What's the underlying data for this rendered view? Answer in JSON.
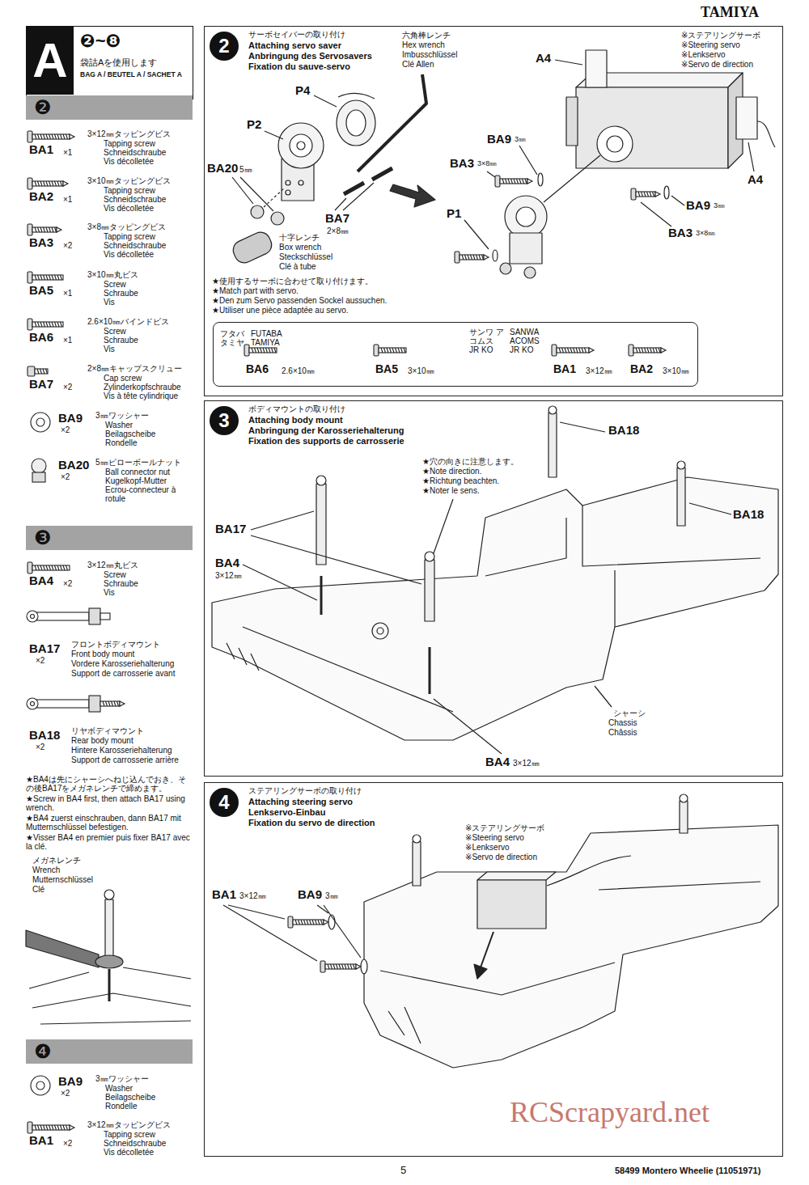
{
  "diagram": {
    "nodes": [
      {
        "text": [
          "A",
          "❷~❽",
          "袋詰Aを使用します",
          "BAG A / BEUTEL A / SACHET A"
        ]
      },
      {
        "text": [
          "❷"
        ]
      },
      {
        "text": [
          "❸"
        ]
      },
      {
        "text": [
          "❹"
        ]
      },
      {
        "text": [
          "サーボセイバーの取り付け",
          "Attaching servo saver",
          "Anbringung des Servosavers",
          "Fixation du sauve-servo"
        ]
      },
      {
        "text": [
          "2"
        ],
        "in": 4
      },
      {
        "text": [
          "フタバ タミヤ",
          "FUTABA TAMIYA",
          "BA6",
          "2.6×10㎜",
          "BA5",
          "3×10㎜",
          "サンワ アコムス JR KO",
          "SANWA ACOMS JR KO",
          "BA1",
          "3×12㎜",
          "BA2",
          "3×10㎜"
        ],
        "in": 4
      },
      {
        "text": [
          "ボディマウントの取り付け",
          "Attaching body mount",
          "Anbringung der Karosseriehalterung",
          "Fixation des supports de carrosserie"
        ]
      },
      {
        "text": [
          "3"
        ],
        "in": 7
      },
      {
        "text": [
          "ステアリングサーボの取り付け",
          "Attaching steering servo",
          "Lenkservo-Einbau",
          "Fixation du servo de direction"
        ]
      },
      {
        "text": [
          "4"
        ],
        "in": 9
      }
    ],
    "labels": [
      "TAMIYA",
      "3×12㎜タッピングビス",
      "Tapping screw",
      "Schneidschraube",
      "Vis décolletée",
      "BA1",
      "×1",
      "3×10㎜タッピングビス",
      "Tapping screw",
      "Schneidschraube",
      "Vis décolletée",
      "BA2",
      "×1",
      "3×8㎜タッピングビス",
      "Tapping screw",
      "Schneidschraube",
      "Vis décolletée",
      "BA3",
      "×2",
      "3×10㎜丸ビス",
      "Screw",
      "Schraube",
      "Vis",
      "BA5",
      "×1",
      "2.6×10㎜バインドビス",
      "Screw",
      "Schraube",
      "Vis",
      "BA6",
      "×1",
      "2×8㎜キャップスクリュー",
      "Cap screw",
      "Zylinderkopfschraube",
      "Vis à tête cylindrique",
      "BA7",
      "×2",
      "3㎜ワッシャー",
      "Washer",
      "Beilagscheibe",
      "Rondelle",
      "BA9",
      "×2",
      "5㎜ピローボールナット",
      "Ball connector nut",
      "Kugelkopf-Mutter",
      "Ecrou-connecteur à rotule",
      "BA20",
      "×2",
      "3×12㎜丸ビス",
      "Screw",
      "Schraube",
      "Vis",
      "BA4",
      "×2",
      "フロントボディマウント",
      "Front body mount",
      "Vordere Karosseriehalterung",
      "Support de carrosserie avant",
      "BA17",
      "×2",
      "リヤボディマウント",
      "Rear body mount",
      "Hintere Karosseriehalterung",
      "Support de carrosserie arrière",
      "BA18",
      "×2",
      "★BA4は先にシャーシへねじ込んでおき、その後BA17をメガネレンチで締めます。",
      "★Screw in BA4 first, then attach BA17 using wrench.",
      "★BA4 zuerst einschrauben, dann BA17 mit Mutternschlüssel befestigen.",
      "★Visser BA4 en premier puis fixer BA17 avec la clé.",
      "メガネレンチ",
      "Wrench",
      "Mutternschlüssel",
      "Clé",
      "3㎜ワッシャー",
      "Washer",
      "Beilagscheibe",
      "Rondelle",
      "BA9",
      "×2",
      "3×12㎜タッピングビス",
      "Tapping screw",
      "Schneidschraube",
      "Vis décolletée",
      "BA1",
      "×2",
      "六角棒レンチ",
      "Hex wrench",
      "Imbusschlüssel",
      "Clé Allen",
      "P4",
      "P2",
      "BA20",
      "5㎜",
      "BA7",
      "2×8㎜",
      "十字レンチ",
      "Box wrench",
      "Steckschlüssel",
      "Clé à tube",
      "★使用するサーボに合わせて取り付けます。",
      "★Match part with servo.",
      "★Den zum Servo passenden Sockel aussuchen.",
      "★Utiliser une pièce adaptée au servo.",
      "A4",
      "※ステアリングサーボ",
      "※Steering servo",
      "※Lenkservo",
      "※Servo de direction",
      "BA9",
      "3㎜",
      "BA3",
      "3×8㎜",
      "P1",
      "A4",
      "BA9",
      "3㎜",
      "BA3",
      "3×8㎜",
      "BA18",
      "★穴の向きに注意します。",
      "★Note direction.",
      "★Richtung beachten.",
      "★Noter le sens.",
      "BA18",
      "BA17",
      "BA4",
      "3×12㎜",
      "シャーシ",
      "Chassis",
      "Châssis",
      "BA4",
      "3×12㎜",
      "※ステアリングサーボ",
      "※Steering servo",
      "※Lenkservo",
      "※Servo de direction",
      "BA1",
      "3×12㎜",
      "BA9",
      "3㎜",
      "5",
      "58499 Montero Wheelie (11051971)",
      "RCScrapyard.net"
    ]
  }
}
